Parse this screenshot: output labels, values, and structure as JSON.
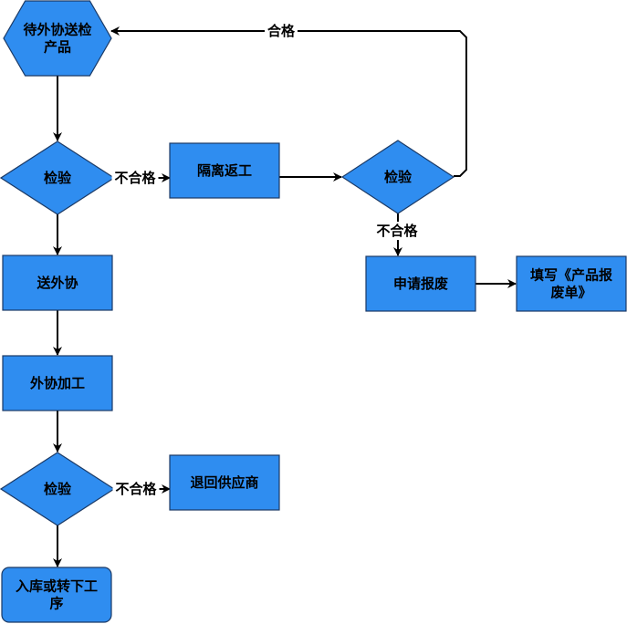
{
  "colors": {
    "node_fill": "#2f8df0",
    "node_stroke": "#1b3a66",
    "edge": "#000000"
  },
  "nodes": {
    "start": {
      "shape": "hexagon",
      "lines": [
        "待外协送检",
        "产品"
      ]
    },
    "inspect1": {
      "shape": "diamond",
      "lines": [
        "检验"
      ]
    },
    "isolate": {
      "shape": "rect",
      "lines": [
        "隔离返工"
      ]
    },
    "inspect2": {
      "shape": "diamond",
      "lines": [
        "检验"
      ]
    },
    "scrap_apply": {
      "shape": "rect",
      "lines": [
        "申请报废"
      ]
    },
    "scrap_form": {
      "shape": "rect",
      "lines": [
        "填写《产品报",
        "废单》"
      ]
    },
    "send_out": {
      "shape": "rect",
      "lines": [
        "送外协"
      ]
    },
    "outsource_process": {
      "shape": "rect",
      "lines": [
        "外协加工"
      ]
    },
    "inspect3": {
      "shape": "diamond",
      "lines": [
        "检验"
      ]
    },
    "return_supplier": {
      "shape": "rect",
      "lines": [
        "退回供应商"
      ]
    },
    "store_transfer": {
      "shape": "rounded-rect",
      "lines": [
        "入库或转下工",
        "序"
      ]
    }
  },
  "edges": [
    {
      "from": "start",
      "to": "inspect1",
      "label": ""
    },
    {
      "from": "inspect1",
      "to": "isolate",
      "label": "不合格"
    },
    {
      "from": "isolate",
      "to": "inspect2",
      "label": ""
    },
    {
      "from": "inspect2",
      "to": "start",
      "label": "合格"
    },
    {
      "from": "inspect2",
      "to": "scrap_apply",
      "label": "不合格"
    },
    {
      "from": "scrap_apply",
      "to": "scrap_form",
      "label": ""
    },
    {
      "from": "inspect1",
      "to": "send_out",
      "label": ""
    },
    {
      "from": "send_out",
      "to": "outsource_process",
      "label": ""
    },
    {
      "from": "outsource_process",
      "to": "inspect3",
      "label": ""
    },
    {
      "from": "inspect3",
      "to": "return_supplier",
      "label": "不合格"
    },
    {
      "from": "inspect3",
      "to": "store_transfer",
      "label": ""
    }
  ]
}
